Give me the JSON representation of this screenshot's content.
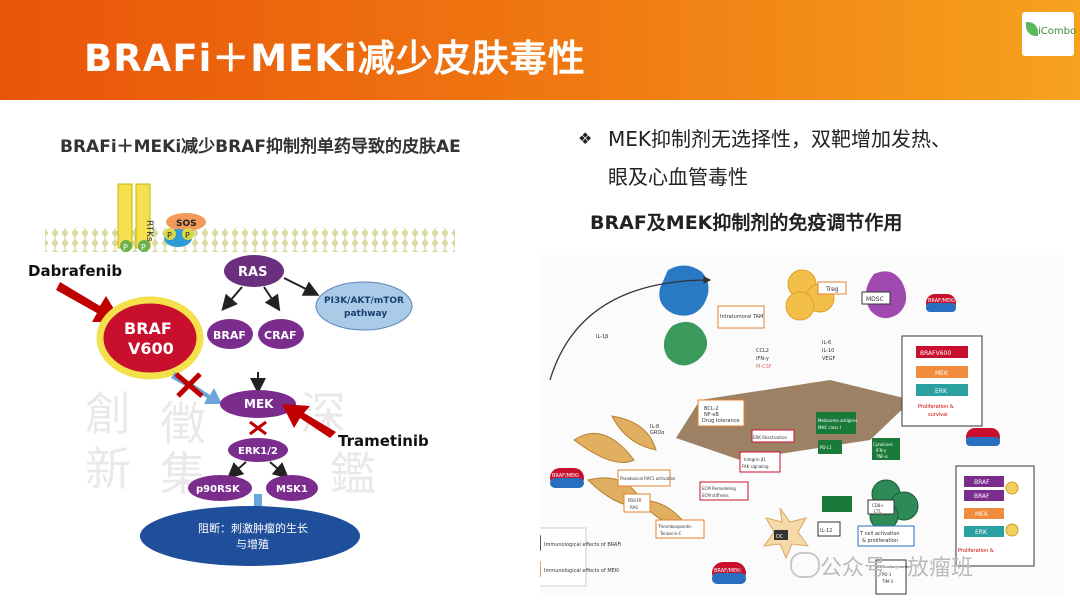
{
  "header": {
    "title": "BRAFi＋MEKi减少皮肤毒性",
    "logo_text": "iCombo"
  },
  "left": {
    "title": "BRAFi＋MEKi减少BRAF抑制剂单药导致的皮肤AE",
    "labels": {
      "rtks": "RTKs",
      "sos": "SOS",
      "p": "P",
      "dabrafenib": "Dabrafenib",
      "ras": "RAS",
      "pi3k": "PI3K/AKT/mTOR",
      "pathway": "pathway",
      "braf_v600_a": "BRAF",
      "braf_v600_b": "V600",
      "braf": "BRAF",
      "craf": "CRAF",
      "mek": "MEK",
      "trametinib": "Trametinib",
      "erk": "ERK1/2",
      "p90rsk": "p90RSK",
      "msk1": "MSK1",
      "outcome_a": "阻断：刺激肿瘤的生长",
      "outcome_b": "与增殖"
    }
  },
  "right": {
    "bullet_line1": "MEK抑制剂无选择性，双靶增加发热、",
    "bullet_line2": "眼及心血管毒性",
    "title": "BRAF及MEK抑制剂的免疫调节作用",
    "labels": {
      "treg": "Treg",
      "mdsc": "MDSC",
      "braf_meki": "BRAF/MEKi",
      "tam": "Intratumoral TAM",
      "il1b": "IL-1β",
      "ccl2": "CCL2",
      "ifn": "IFN-γ",
      "mcsf": "M-CSF",
      "il6": "IL-6",
      "il10": "IL-10",
      "vegf": "VEGF",
      "brafv600": "BRAFV600",
      "mek": "MEK",
      "erk": "ERK",
      "prolif": "Proliferation &",
      "survival": "survival",
      "bcl2": "BCL-2",
      "nfkb": "NF-κB",
      "drug_tol": "Drug tolerance",
      "il8": "IL-8",
      "gro": "GROα",
      "mel_antigens": "Melanoma antigens",
      "mhc": "MHC class I",
      "pdl1": "PD-L1",
      "cytokines": "Cytokines",
      "ifn2": "IFN-γ",
      "tnf": "TNF-α",
      "erk_react": "ERK Reactivation",
      "integrin": "Integrin β1",
      "fak": "FAK signaling",
      "paradoxical": "Paradoxical RAF1 activation",
      "pdgfr": "PDGFR",
      "ras": "RAS",
      "ecm": "ECM Remodeling",
      "ecm2": "ECM stiffness",
      "thrombo": "Thrombospondin",
      "tenascin": "Tenascin-C",
      "dc": "DC",
      "il12": "IL-12",
      "cd8": "CD8+",
      "ctl": "CTL",
      "tcell": "T cell activation",
      "tcell2": "& proliferation",
      "exhaustion": "Exhaustion markers",
      "pd1": "PD-1",
      "tim3": "TIM-3",
      "braf_p": "BRAF",
      "legend_brafi": "Immunological effects of BRAFi",
      "legend_meki": "Immunological effects of MEKi",
      "prolif2": "Proliferation &"
    }
  },
  "watermark": "公众号 · 放瘤班",
  "colors": {
    "header_start": "#e8550a",
    "header_end": "#f6a21e",
    "braf_red": "#c8102e",
    "mek_purple": "#7b2d8e",
    "ras_purple": "#6b2f80",
    "arrow_red": "#c00000",
    "tumor_blue": "#1f4e9a"
  }
}
